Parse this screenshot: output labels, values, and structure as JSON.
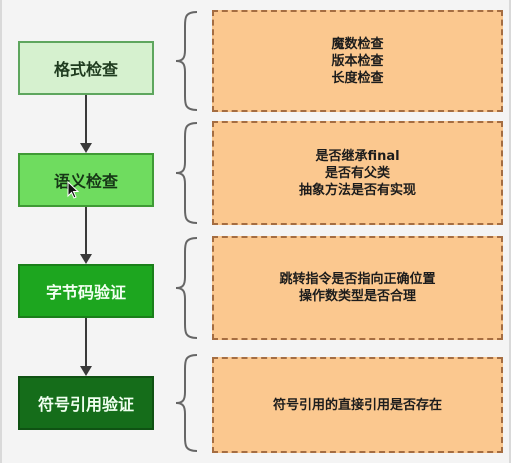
{
  "steps": [
    {
      "label": "格式检查"
    },
    {
      "label": "语义检查"
    },
    {
      "label": "字节码验证"
    },
    {
      "label": "符号引用验证"
    }
  ],
  "details": [
    [
      "魔数检查",
      "版本检查",
      "长度检查"
    ],
    [
      "是否继承final",
      "是否有父类",
      "抽象方法是否有实现"
    ],
    [
      "跳转指令是否指向正确位置",
      "操作数类型是否合理"
    ],
    [
      "符号引用的直接引用是否存在"
    ]
  ],
  "colors": {
    "step1": "#d6f1cf",
    "step2": "#6fdc5f",
    "step3": "#1da61f",
    "step4": "#156d1a",
    "detail_fill": "#fbc88f",
    "detail_border": "#a56d41",
    "arrow": "#3a3a3a",
    "brace": "#666666"
  },
  "icons": [
    "mouse-cursor-icon"
  ]
}
